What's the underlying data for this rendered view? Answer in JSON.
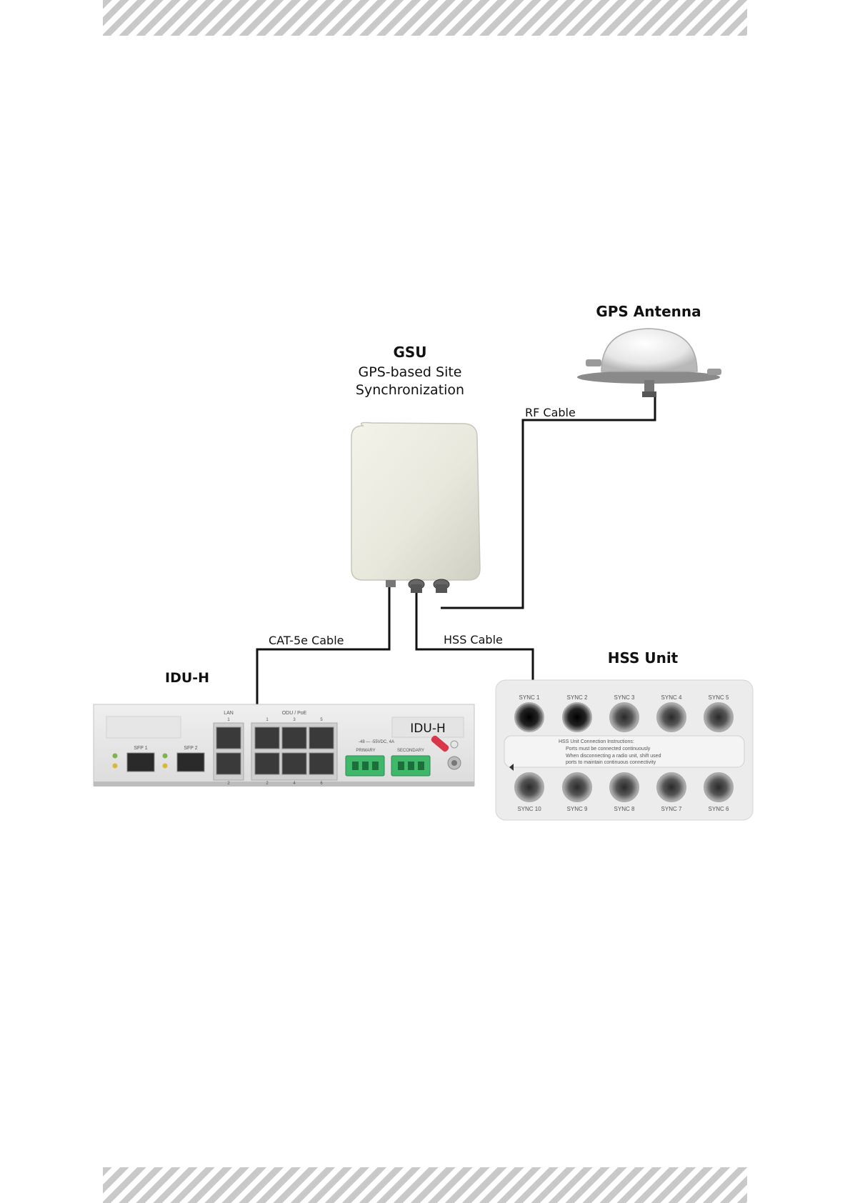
{
  "gps_antenna": {
    "title": "GPS Antenna"
  },
  "gsu": {
    "title": "GSU",
    "subtitle_line1": "GPS-based Site",
    "subtitle_line2": "Synchronization"
  },
  "cables": {
    "rf": "RF Cable",
    "cat5e": "CAT-5e Cable",
    "hss": "HSS Cable"
  },
  "idu": {
    "title": "IDU-H",
    "badge": "IDU-H",
    "sfp1": "SFP 1",
    "sfp2": "SFP 2",
    "lan": "LAN",
    "lan_top": "1",
    "lan_bottom": "2",
    "odu_poe": "ODU / PoE",
    "odu_top": [
      "1",
      "3",
      "5"
    ],
    "odu_bottom": [
      "2",
      "4",
      "6"
    ],
    "power_rating": "-48 — -55VDC, 4A",
    "primary": "PRIMARY",
    "secondary": "SECONDARY"
  },
  "hss_unit": {
    "title": "HSS Unit",
    "top_ports": [
      "SYNC 1",
      "SYNC 2",
      "SYNC 3",
      "SYNC 4",
      "SYNC 5"
    ],
    "bottom_ports": [
      "SYNC 10",
      "SYNC 9",
      "SYNC 8",
      "SYNC 7",
      "SYNC 6"
    ],
    "instructions_title": "HSS Unit Connection Instructions:",
    "instruction_1": "Ports must be connected continuously",
    "instruction_2a": "When disconnecting a radio unit, shift used",
    "instruction_2b": "ports to maintain continuous connectivity"
  }
}
